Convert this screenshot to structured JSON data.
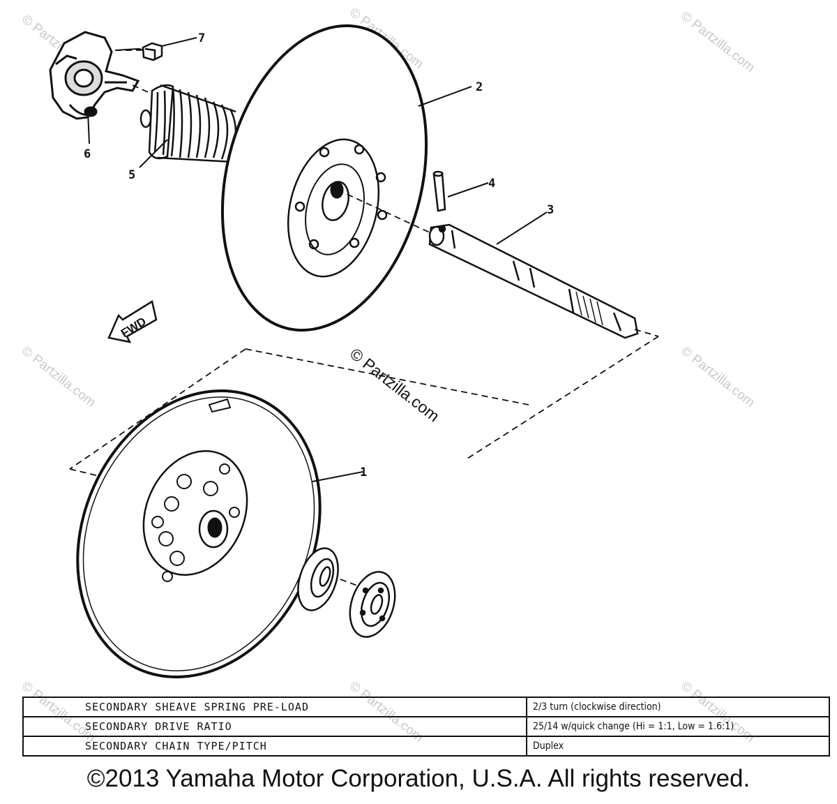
{
  "callouts": [
    {
      "id": "1",
      "label": "1"
    },
    {
      "id": "2",
      "label": "2"
    },
    {
      "id": "3",
      "label": "3"
    },
    {
      "id": "4",
      "label": "4"
    },
    {
      "id": "5",
      "label": "5"
    },
    {
      "id": "6",
      "label": "6"
    },
    {
      "id": "7",
      "label": "7"
    }
  ],
  "direction_marker": "FWD",
  "watermark": {
    "center": "© Partzilla.com",
    "corner": "© Partzilla.com"
  },
  "spec_table": {
    "rows": [
      {
        "label": "SECONDARY SHEAVE SPRING PRE-LOAD",
        "value": "2/3 turn (clockwise direction)"
      },
      {
        "label": "SECONDARY DRIVE RATIO",
        "value": "25/14 w/quick change (Hi = 1:1, Low = 1.6:1)"
      },
      {
        "label": "SECONDARY CHAIN TYPE/PITCH",
        "value": "Duplex"
      }
    ]
  },
  "copyright": "©2013 Yamaha Motor Corporation, U.S.A. All rights reserved."
}
